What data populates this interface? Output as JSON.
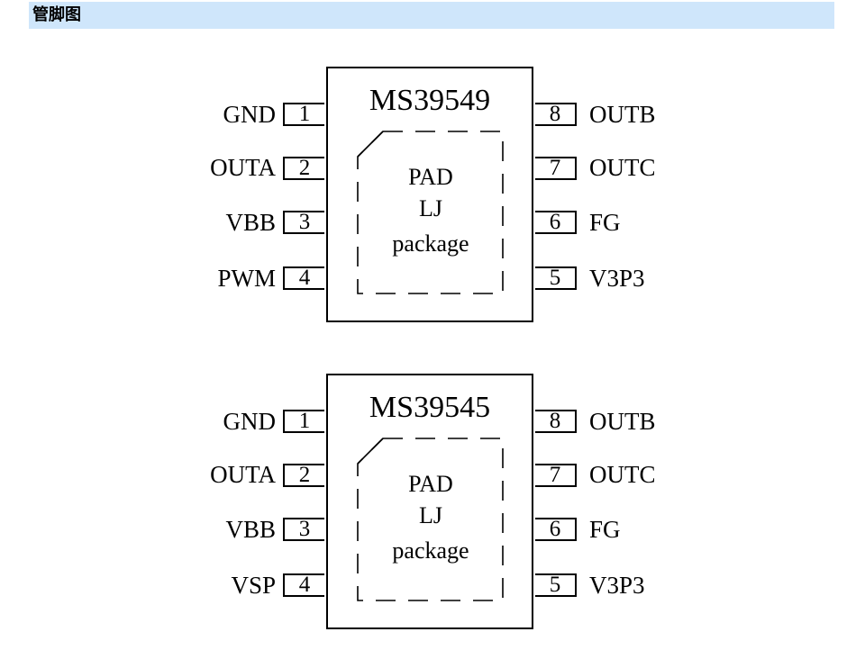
{
  "header": {
    "title": "管脚图"
  },
  "chips": [
    {
      "name": "MS39549",
      "pad": [
        "PAD",
        "LJ",
        "package"
      ],
      "left_pins": [
        {
          "num": "1",
          "label": "GND"
        },
        {
          "num": "2",
          "label": "OUTA"
        },
        {
          "num": "3",
          "label": "VBB"
        },
        {
          "num": "4",
          "label": "PWM"
        }
      ],
      "right_pins": [
        {
          "num": "8",
          "label": "OUTB"
        },
        {
          "num": "7",
          "label": "OUTC"
        },
        {
          "num": "6",
          "label": "FG"
        },
        {
          "num": "5",
          "label": "V3P3"
        }
      ]
    },
    {
      "name": "MS39545",
      "pad": [
        "PAD",
        "LJ",
        "package"
      ],
      "left_pins": [
        {
          "num": "1",
          "label": "GND"
        },
        {
          "num": "2",
          "label": "OUTA"
        },
        {
          "num": "3",
          "label": "VBB"
        },
        {
          "num": "4",
          "label": "VSP"
        }
      ],
      "right_pins": [
        {
          "num": "8",
          "label": "OUTB"
        },
        {
          "num": "7",
          "label": "OUTC"
        },
        {
          "num": "6",
          "label": "FG"
        },
        {
          "num": "5",
          "label": "V3P3"
        }
      ]
    }
  ]
}
